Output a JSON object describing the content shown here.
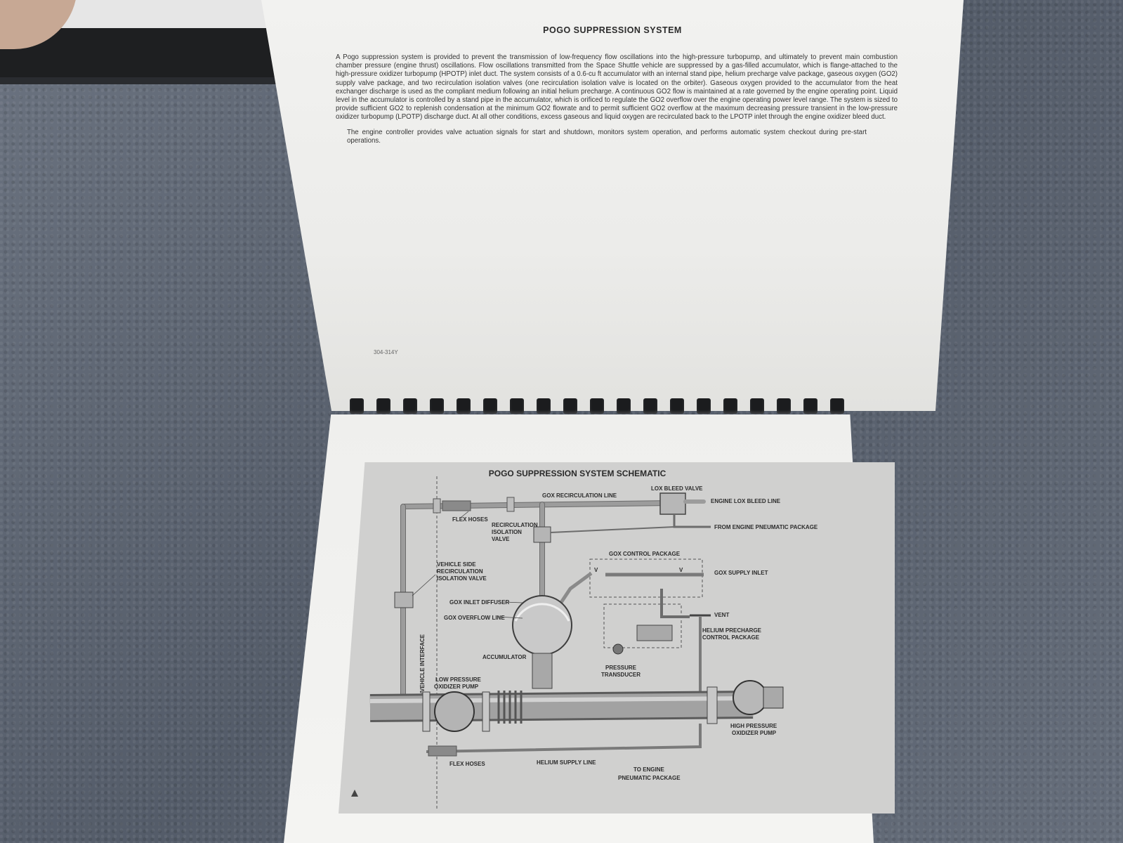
{
  "document": {
    "title": "POGO SUPPRESSION SYSTEM",
    "paragraphs": [
      "A Pogo suppression system is provided to prevent the transmission of low-frequency flow oscillations into the high-pressure turbopump, and ultimately to prevent main combustion chamber pressure (engine thrust) oscillations. Flow oscillations transmitted from the Space Shuttle vehicle are suppressed by a gas-filled accumulator, which is flange-attached to the high-pressure oxidizer turbopump (HPOTP) inlet duct. The system consists of a 0.6-cu ft accumulator with an internal stand pipe, helium precharge valve package, gaseous oxygen (GO2) supply valve package, and two recirculation isolation valves (one recirculation isolation valve is located on the orbiter). Gaseous oxygen provided to the accumulator from the heat exchanger discharge is used as the compliant medium following an initial helium precharge. A continuous GO2 flow is maintained at a rate governed by the engine operating point. Liquid level in the accumulator is controlled by a stand pipe in the accumulator, which is orificed to regulate the GO2 overflow over the engine operating power level range. The system is sized to provide sufficient GO2 to replenish condensation at the minimum GO2 flowrate and to permit sufficient GO2 overflow at the maximum decreasing pressure transient in the low-pressure oxidizer turbopump (LPOTP) discharge duct. At all other conditions, excess gaseous and liquid oxygen are recirculated back to the LPOTP inlet through the engine oxidizer bleed duct.",
      "The engine controller provides valve actuation signals for start and shutdown, monitors system operation, and performs automatic system checkout during pre-start operations."
    ],
    "page_code": "304-314Y"
  },
  "schematic": {
    "title": "POGO SUPPRESSION SYSTEM SCHEMATIC",
    "labels": {
      "gox_recirculation_line": "GOX RECIRCULATION LINE",
      "lox_bleed_valve": "LOX BLEED VALVE",
      "engine_lox_bleed_line": "ENGINE LOX BLEED LINE",
      "from_engine_pneumatic": "FROM ENGINE PNEUMATIC PACKAGE",
      "flex_hoses_top": "FLEX HOSES",
      "recirc_iso_1": "RECIRCULATION",
      "recirc_iso_2": "ISOLATION",
      "recirc_iso_3": "VALVE",
      "gox_control_package": "GOX CONTROL PACKAGE",
      "gox_supply_inlet": "GOX SUPPLY INLET",
      "vehicle_side_1": "VEHICLE SIDE",
      "vehicle_side_2": "RECIRCULATION",
      "vehicle_side_3": "ISOLATION VALVE",
      "gox_inlet_diffuser": "GOX INLET DIFFUSER",
      "gox_overflow_line": "GOX OVERFLOW LINE",
      "vent": "VENT",
      "helium_precharge_1": "HELIUM PRECHARGE",
      "helium_precharge_2": "CONTROL PACKAGE",
      "accumulator": "ACCUMULATOR",
      "interface": "ENGINE/VEHICLE INTERFACE",
      "pressure_transducer_1": "PRESSURE",
      "pressure_transducer_2": "TRANSDUCER",
      "low_pressure_pump_1": "LOW PRESSURE",
      "low_pressure_pump_2": "OXIDIZER PUMP",
      "high_pressure_pump_1": "HIGH PRESSURE",
      "high_pressure_pump_2": "OXIDIZER PUMP",
      "flex_hoses_bottom": "FLEX HOSES",
      "helium_supply_line": "HELIUM SUPPLY LINE",
      "to_engine_1": "TO ENGINE",
      "to_engine_2": "PNEUMATIC PACKAGE"
    }
  }
}
